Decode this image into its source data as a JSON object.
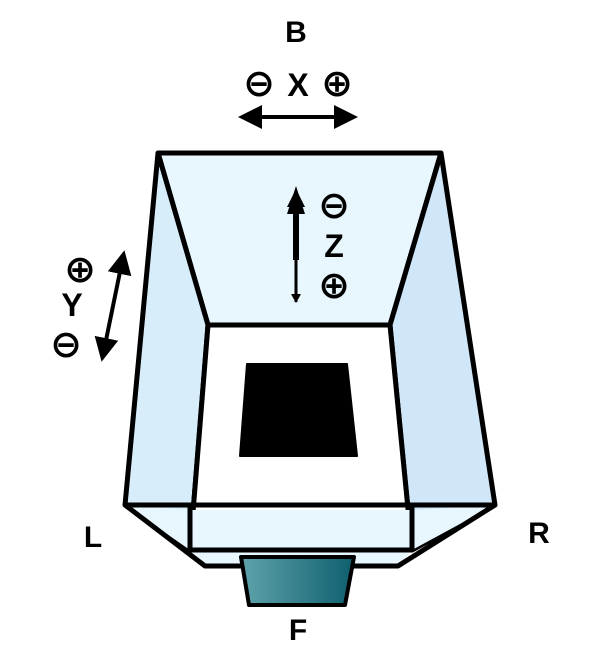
{
  "labels": {
    "back": "B",
    "left": "L",
    "right": "R",
    "front": "F",
    "x_axis": "X",
    "y_axis": "Y",
    "z_axis": "Z"
  },
  "signs": {
    "x_negative": "⊖",
    "x_positive": "⊕",
    "y_positive": "⊕",
    "y_negative": "⊖",
    "z_negative": "⊖",
    "z_positive": "⊕"
  },
  "colors": {
    "light_panel": "#e8f6fd",
    "side_panel": "#cfe7f8",
    "outline": "#000000",
    "front_gradient_start": "#5fa3ab",
    "front_gradient_end": "#0e5f6e"
  }
}
